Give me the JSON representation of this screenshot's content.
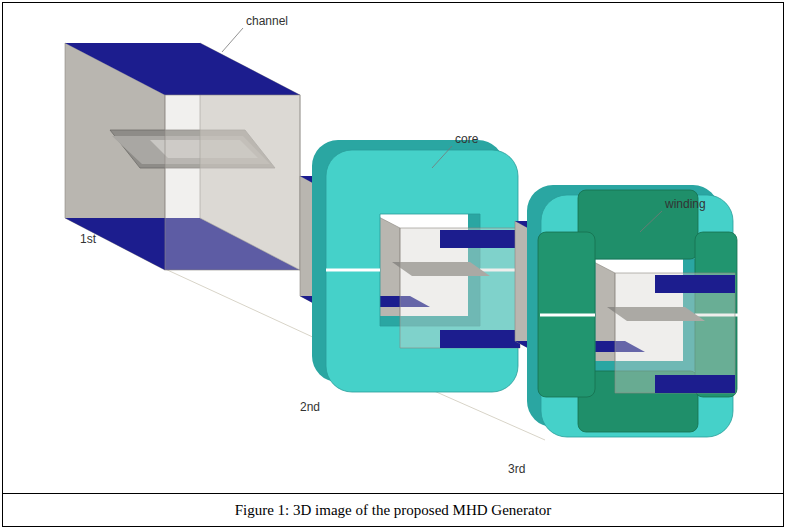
{
  "diagram": {
    "caption": "Figure 1: 3D image of the proposed MHD Generator",
    "labels": [
      "channel",
      "core",
      "winding",
      "1st",
      "2nd",
      "3rd"
    ]
  }
}
